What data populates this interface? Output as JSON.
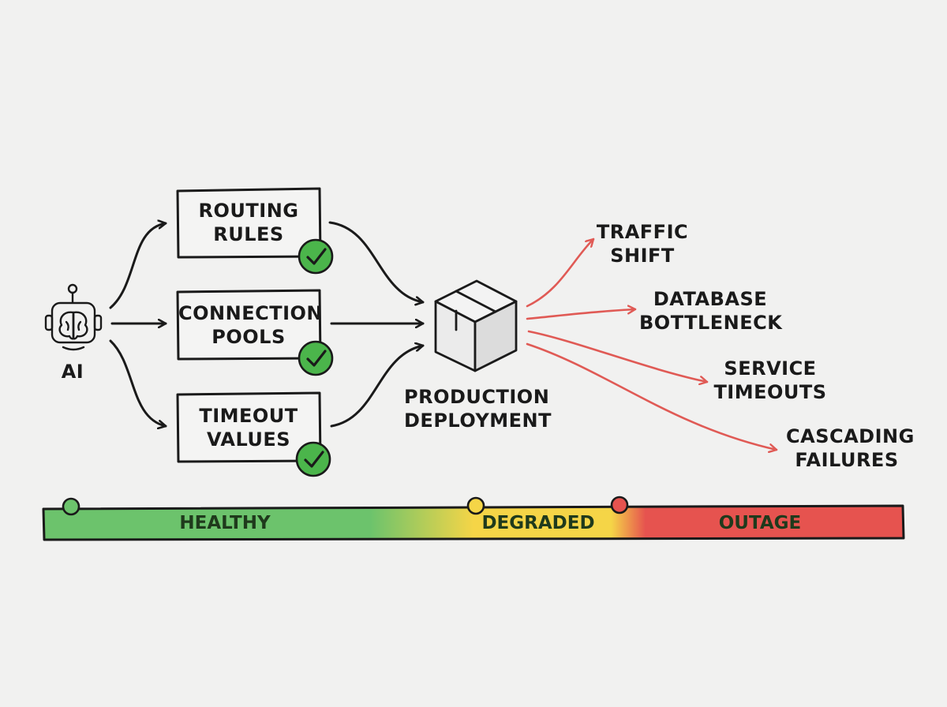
{
  "source": {
    "label": "AI",
    "icon": "robot-brain-icon"
  },
  "configs": [
    {
      "lines": [
        "ROUTING",
        "RULES"
      ],
      "status_icon": "check-icon"
    },
    {
      "lines": [
        "CONNECTION",
        "POOLS"
      ],
      "status_icon": "check-icon"
    },
    {
      "lines": [
        "TIMEOUT",
        "VALUES"
      ],
      "status_icon": "check-icon"
    }
  ],
  "deployment": {
    "lines": [
      "PRODUCTION",
      "DEPLOYMENT"
    ],
    "icon": "box-icon"
  },
  "effects": [
    {
      "lines": [
        "TRAFFIC",
        "SHIFT"
      ]
    },
    {
      "lines": [
        "DATABASE",
        "BOTTLENECK"
      ]
    },
    {
      "lines": [
        "SERVICE",
        "TIMEOUTS"
      ]
    },
    {
      "lines": [
        "CASCADING",
        "FAILURES"
      ]
    }
  ],
  "status_bar": {
    "segments": [
      "HEALTHY",
      "DEGRADED",
      "OUTAGE"
    ],
    "colors": {
      "healthy": "#6cc36c",
      "degraded": "#f5d547",
      "outage": "#e6534f"
    }
  },
  "colors": {
    "ink": "#1a1a1a",
    "check": "#4bb54b",
    "impact": "#e05a55",
    "box": "#e2e2e2"
  }
}
